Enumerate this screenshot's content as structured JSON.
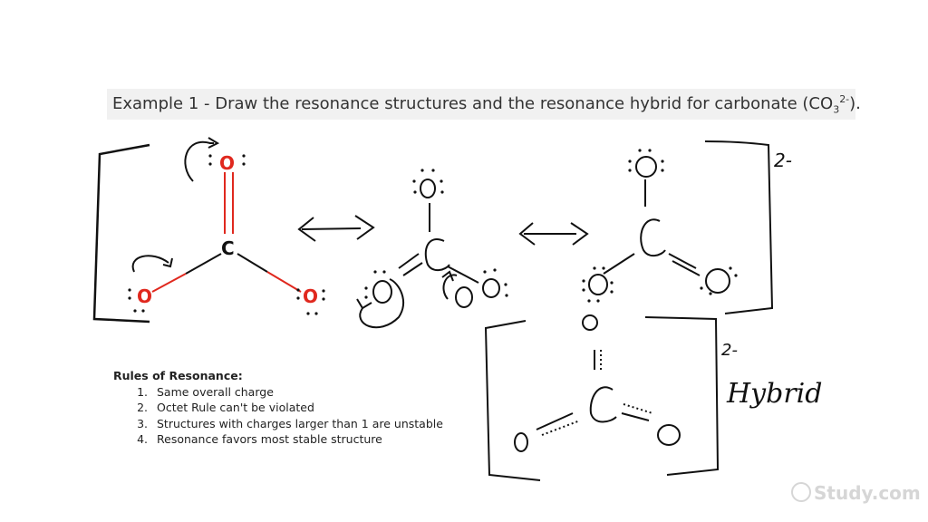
{
  "header": {
    "title_prefix": "Example 1 - Draw the resonance structures and the resonance hybrid for carbonate (CO",
    "title_sub": "3",
    "title_sup": "2-",
    "title_suffix": ")."
  },
  "structure1": {
    "carbon": "C",
    "oxygen_top": "O",
    "oxygen_left": "O",
    "oxygen_right": "O"
  },
  "structure2": {
    "carbon": "C",
    "oxygen_top": "O",
    "oxygen_left": "O",
    "oxygen_right": "O"
  },
  "structure3": {
    "carbon": "C",
    "oxygen_top": "O",
    "oxygen_left": "O",
    "oxygen_right": "O"
  },
  "hybrid": {
    "carbon": "C",
    "oxygen_top": "O",
    "oxygen_left": "O",
    "oxygen_right": "O",
    "charge": "2-",
    "label": "Hybrid"
  },
  "resonance_charge": "2-",
  "resonance_arrows": [
    "<—>",
    "<—>"
  ],
  "rules": {
    "heading": "Rules of Resonance:",
    "items": [
      "Same overall charge",
      "Octet Rule can't be violated",
      "Structures with charges larger than 1 are unstable",
      "Resonance favors most stable structure"
    ]
  },
  "watermark": "Study.com",
  "colors": {
    "oxygen_red": "#e0281e",
    "ink": "#111111",
    "title_bar": "#f1f1f1"
  }
}
